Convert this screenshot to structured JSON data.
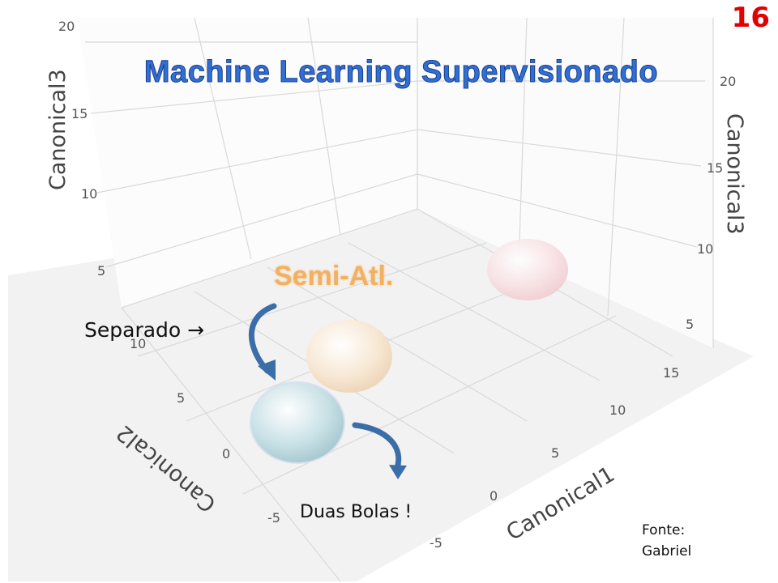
{
  "slide_number": "16",
  "title": "Machine Learning  Supervisionado",
  "annotations": {
    "semi_atl": "Semi-Atl.",
    "separado": "Separado →",
    "duas_bolas": "Duas Bolas !"
  },
  "source": {
    "line1": "Fonte:",
    "line2": "Gabriel"
  },
  "chart_data": {
    "type": "scatter",
    "title": "",
    "axes": {
      "x": {
        "label": "Canonical1",
        "ticks": [
          "-5",
          "0",
          "5",
          "10",
          "15"
        ],
        "range": [
          -5,
          15
        ]
      },
      "y": {
        "label": "Canonical2",
        "ticks": [
          "-5",
          "0",
          "5",
          "10"
        ],
        "range": [
          -5,
          10
        ]
      },
      "z": {
        "label": "Canonical3",
        "ticks_left": [
          "5",
          "10",
          "15",
          "20"
        ],
        "ticks_right": [
          "5",
          "10",
          "15",
          "20"
        ],
        "range": [
          5,
          20
        ]
      }
    },
    "series": [
      {
        "color": "#b9d8de",
        "shape": "sphere"
      },
      {
        "color": "#f6e2c8",
        "shape": "sphere"
      },
      {
        "color": "#f7d6d8",
        "shape": "sphere"
      }
    ],
    "grid": true,
    "legend": "none"
  },
  "colors": {
    "slide_number": "#e00000",
    "title": "#2f6fd6",
    "semi_atl": "#f2b062",
    "arrows": "#3b6ea8"
  }
}
